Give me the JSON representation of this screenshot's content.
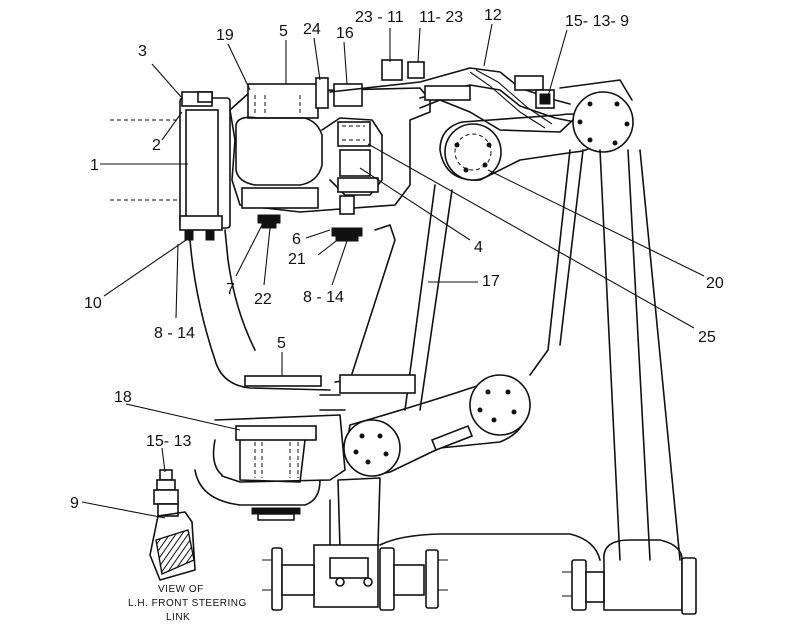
{
  "labels": {
    "l1": "1",
    "l2": "2",
    "l3": "3",
    "l19": "19",
    "l5top": "5",
    "l24": "24",
    "l16": "16",
    "l23_11": "23 - 11",
    "l11_23": "11- 23",
    "l12": "12",
    "l15_13_9": "15- 13- 9",
    "l20": "20",
    "l25": "25",
    "l4": "4",
    "l17": "17",
    "l6": "6",
    "l21": "21",
    "l8_14_mid": "8 - 14",
    "l7": "7",
    "l22": "22",
    "l10": "10",
    "l8_14_left": "8 - 14",
    "l5mid": "5",
    "l18": "18",
    "l15_13": "15- 13",
    "l9": "9"
  },
  "caption": {
    "line1": "VIEW OF",
    "line2": "L.H. FRONT STEERING",
    "line3": "LINK"
  },
  "colors": {
    "ink": "#111111",
    "paper": "#ffffff"
  }
}
